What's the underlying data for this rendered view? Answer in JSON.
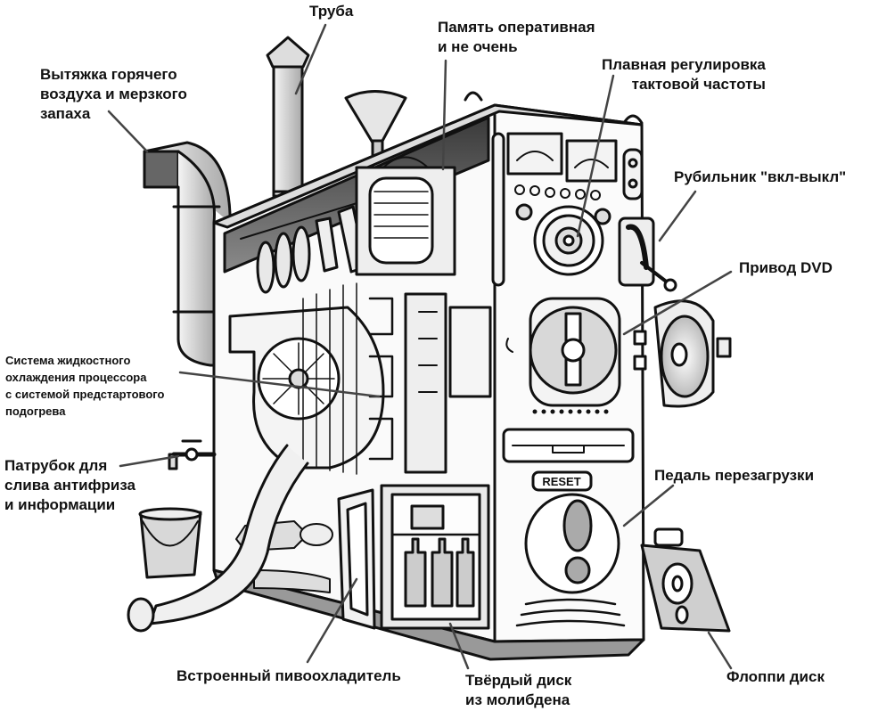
{
  "diagram": {
    "subject": "Cartoon cutaway of a steampunk computer case",
    "colors": {
      "ink": "#111111",
      "background": "#ffffff",
      "shade": "#bdbdbd",
      "dark_shade": "#555555"
    },
    "panel_plate_text": "RESET",
    "labels": [
      {
        "id": "pipe",
        "lines": [
          "Труба"
        ]
      },
      {
        "id": "exhaust",
        "lines": [
          "Вытяжка горячего",
          "воздуха и мерзкого",
          "запаха"
        ]
      },
      {
        "id": "memory",
        "lines": [
          "Память оперативная",
          "и не очень"
        ]
      },
      {
        "id": "clock",
        "lines": [
          "Плавная регулировка",
          "тактовой частоты"
        ]
      },
      {
        "id": "switch",
        "lines": [
          "Рубильник \"вкл-выкл\""
        ]
      },
      {
        "id": "dvd",
        "lines": [
          "Привод DVD"
        ]
      },
      {
        "id": "cooling",
        "lines": [
          "Система жидкостного",
          "охлаждения процессора",
          "с системой предстартового",
          "подогрева"
        ]
      },
      {
        "id": "drain",
        "lines": [
          "Патрубок для",
          "слива антифриза",
          "и информации"
        ]
      },
      {
        "id": "reset",
        "lines": [
          "Педаль перезагрузки"
        ]
      },
      {
        "id": "beer",
        "lines": [
          "Встроенный пивоохладитель"
        ]
      },
      {
        "id": "hdd",
        "lines": [
          "Твёрдый диск",
          "из молибдена"
        ]
      },
      {
        "id": "floppy",
        "lines": [
          "Флоппи диск"
        ]
      }
    ]
  }
}
